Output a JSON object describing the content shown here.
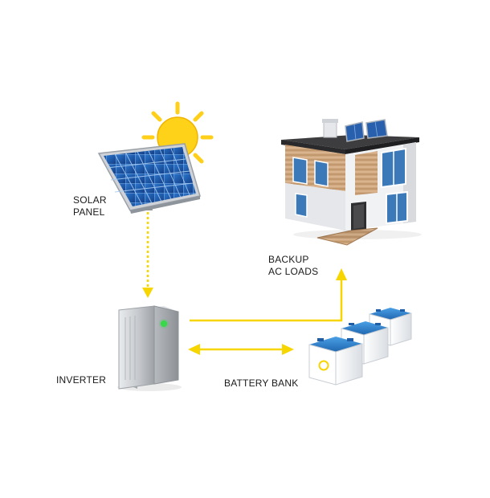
{
  "labels": {
    "solar_panel": [
      "SOLAR",
      "PANEL"
    ],
    "backup_loads": [
      "BACKUP",
      "AC LOADS"
    ],
    "inverter": "INVERTER",
    "battery_bank": "BATTERY BANK"
  },
  "colors": {
    "connector": "#f7d600",
    "sun": "#ffd21a",
    "panel_cell": "#1f5fb8",
    "panel_frame": "#c9ccd2",
    "inverter_body": "#c9ccd0",
    "inverter_led": "#39d94a",
    "battery_top": "#2f7fc9",
    "battery_body": "#ffffff",
    "house_wall": "#e9eaec",
    "house_wood": "#c9a27b",
    "house_roof": "#3a3a3a",
    "window": "#3b79b8",
    "text": "#1a1a1a"
  },
  "icons": [
    "sun-icon",
    "solar-panel-icon",
    "house-icon",
    "inverter-icon",
    "battery-icon"
  ]
}
